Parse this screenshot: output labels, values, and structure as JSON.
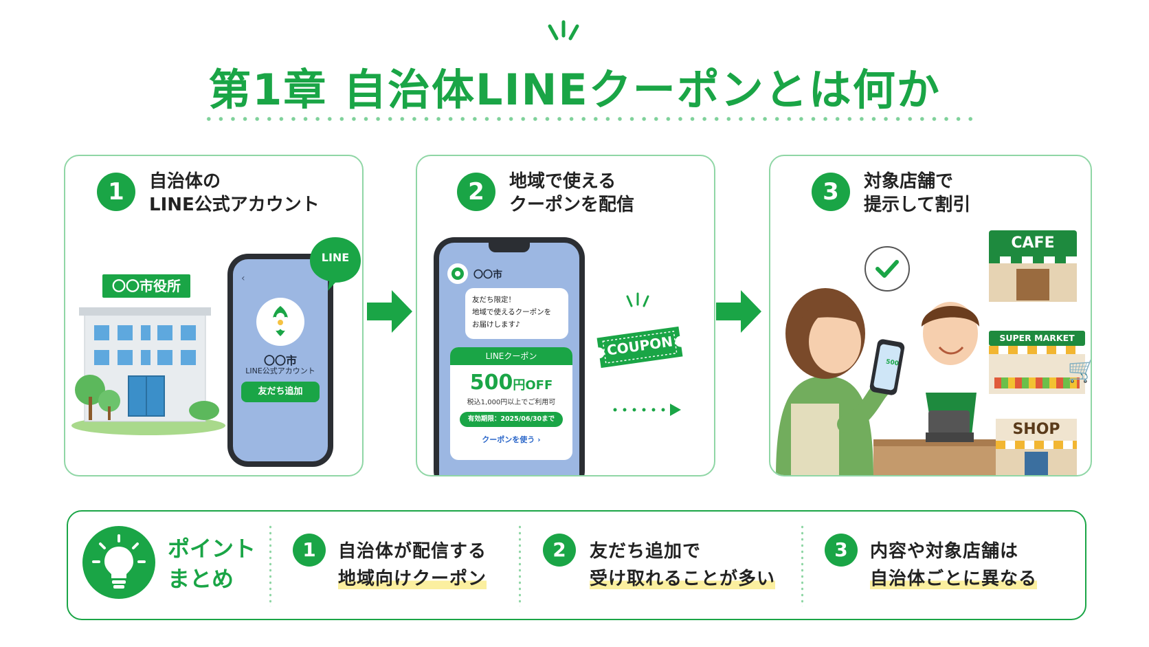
{
  "title": "第1章  自治体LINEクーポンとは何か",
  "steps": [
    {
      "num": "1",
      "line1": "自治体の",
      "line2": "LINE公式アカウント"
    },
    {
      "num": "2",
      "line1": "地域で使える",
      "line2": "クーポンを配信"
    },
    {
      "num": "3",
      "line1": "対象店舗で",
      "line2": "提示して割引"
    }
  ],
  "step1": {
    "building_sign": "〇〇市役所",
    "line_badge": "LINE",
    "account_name": "〇〇市",
    "account_sub": "LINE公式アカウント",
    "add_friend": "友だち追加"
  },
  "step2": {
    "chat_name": "〇〇市",
    "msg_line1": "友だち限定！",
    "msg_line2": "地域で使えるクーポンを",
    "msg_line3": "お届けします♪",
    "coupon_header": "LINEクーポン",
    "coupon_amount": "500",
    "coupon_unit": "円OFF",
    "coupon_cond": "税込1,000円以上でご利用可",
    "coupon_expiry": "有効期限：2025/06/30まで",
    "coupon_use": "クーポンを使う",
    "ticket": "COUPON"
  },
  "step3": {
    "cafe": "CAFE",
    "supermarket": "SUPER MARKET",
    "shop": "SHOP",
    "phone_amount": "500"
  },
  "summary": {
    "label1": "ポイント",
    "label2": "まとめ",
    "points": [
      {
        "num": "1",
        "line1": "自治体が配信する",
        "line2": "地域向けクーポン"
      },
      {
        "num": "2",
        "line1": "友だち追加で",
        "line2": "受け取れることが多い"
      },
      {
        "num": "3",
        "line1": "内容や対象店舗は",
        "line2": "自治体ごとに異なる"
      }
    ]
  },
  "colors": {
    "brand_green": "#1aa546",
    "card_border": "#8fd6a5",
    "highlight": "#fbef9f",
    "phone_screen": "#9cb7e2"
  }
}
